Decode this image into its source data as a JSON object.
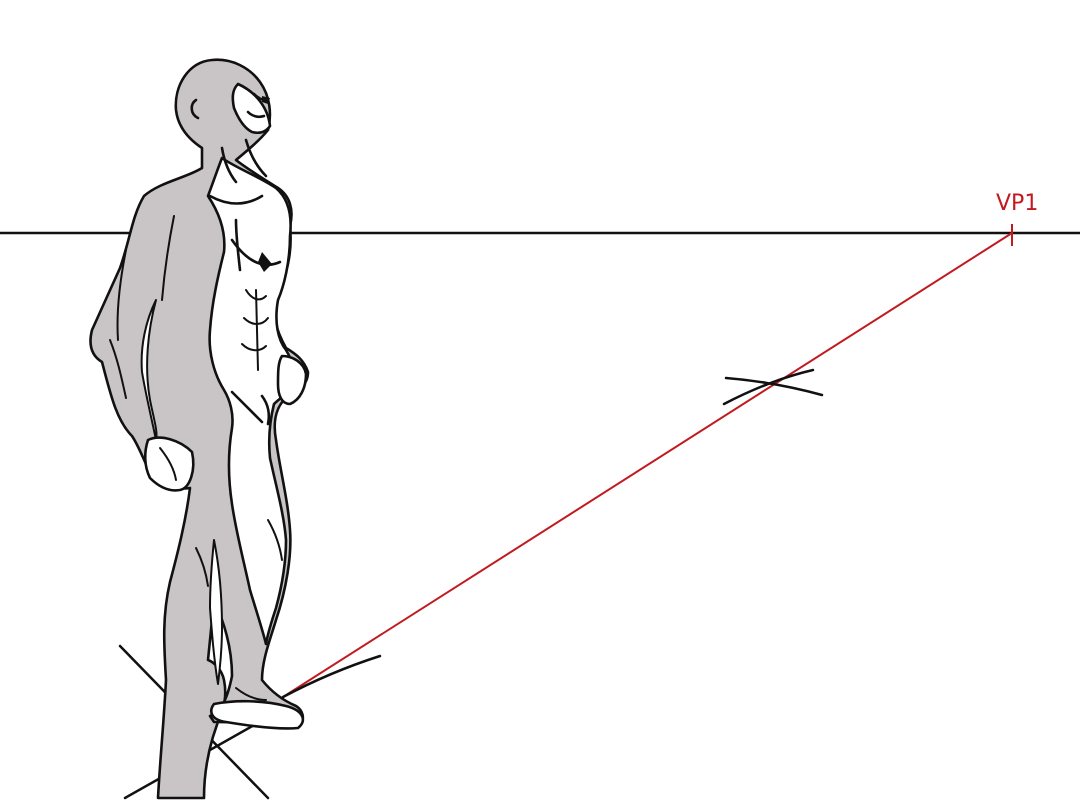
{
  "drawing": {
    "vanishing_point_label": "VP1",
    "colors": {
      "background": "#ffffff",
      "ink": "#111111",
      "figure_shade": "#c9c4c6",
      "figure_light": "#ffffff",
      "perspective_line": "#c11a1f"
    },
    "elements": [
      "horizon-line",
      "vanishing-point-vp1",
      "perspective-line",
      "ground-cross-mark",
      "human-figure",
      "foot-ground-lines"
    ]
  }
}
